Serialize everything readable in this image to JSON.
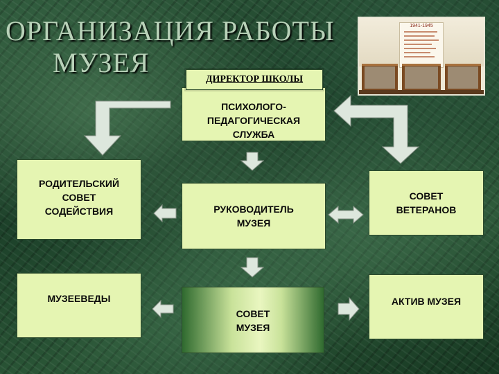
{
  "title": {
    "line1": "ОРГАНИЗАЦИЯ РАБОТЫ",
    "line2": "МУЗЕЯ"
  },
  "photo": {
    "poster_title": "1941-1945"
  },
  "boxes": {
    "director": "ДИРЕКТОР ШКОЛЫ",
    "psych": "ПСИХОЛОГО-\nПЕДАГОГИЧЕСКАЯ\nСЛУЖБА",
    "parents": "РОДИТЕЛЬСКИЙ\nСОВЕТ\nСОДЕЙСТВИЯ",
    "head": "РУКОВОДИТЕЛЬ\nМУЗЕЯ",
    "veterans": "СОВЕТ\nВЕТЕРАНОВ",
    "museologists": "МУЗЕЕВЕДЫ",
    "council": "СОВЕТ\nМУЗЕЯ",
    "activists": "АКТИВ МУЗЕЯ"
  },
  "colors": {
    "box_fill": "#e5f5b2",
    "arrow_fill": "#dde7dd",
    "title_text": "#b9d2b9"
  }
}
